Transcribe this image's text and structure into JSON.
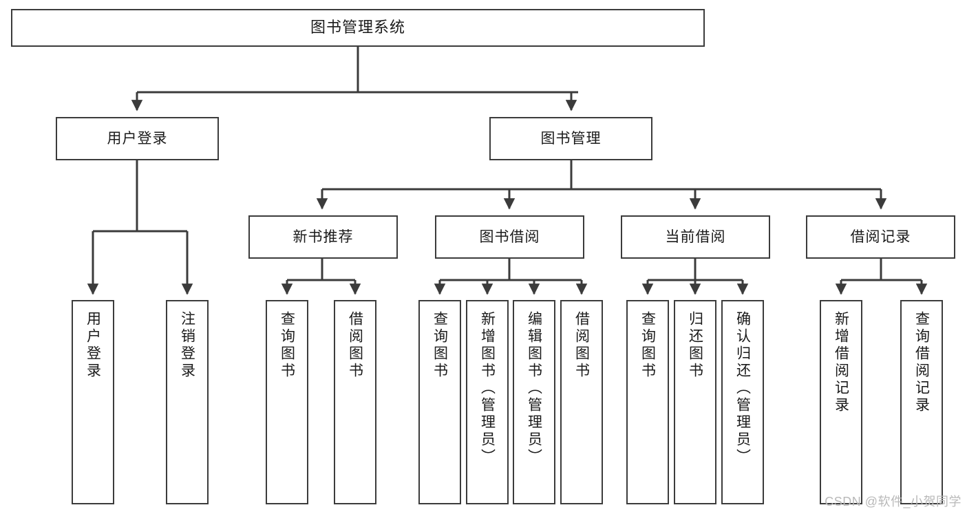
{
  "diagram": {
    "title": "图书管理系统",
    "watermark": "CSDN @软件_小贺同学",
    "colors": {
      "stroke": "#3b3b3b",
      "background": "#ffffff",
      "text": "#1a1a1a",
      "watermark": "#b9b9b9"
    },
    "root": {
      "label": "图书管理系统"
    },
    "level2": [
      {
        "label": "用户登录"
      },
      {
        "label": "图书管理"
      }
    ],
    "level3": [
      {
        "label": "新书推荐"
      },
      {
        "label": "图书借阅"
      },
      {
        "label": "当前借阅"
      },
      {
        "label": "借阅记录"
      }
    ],
    "leaves": {
      "user_login": [
        {
          "label": "用户登录"
        },
        {
          "label": "注销登录"
        }
      ],
      "new_book_recommend": [
        {
          "label": "查询图书"
        },
        {
          "label": "借阅图书"
        }
      ],
      "book_borrow": [
        {
          "label": "查询图书"
        },
        {
          "label": "新增图书（管理员）"
        },
        {
          "label": "编辑图书（管理员）"
        },
        {
          "label": "借阅图书"
        }
      ],
      "current_borrow": [
        {
          "label": "查询图书"
        },
        {
          "label": "归还图书"
        },
        {
          "label": "确认归还（管理员）"
        }
      ],
      "borrow_record": [
        {
          "label": "新增借阅记录"
        },
        {
          "label": "查询借阅记录"
        }
      ]
    }
  }
}
